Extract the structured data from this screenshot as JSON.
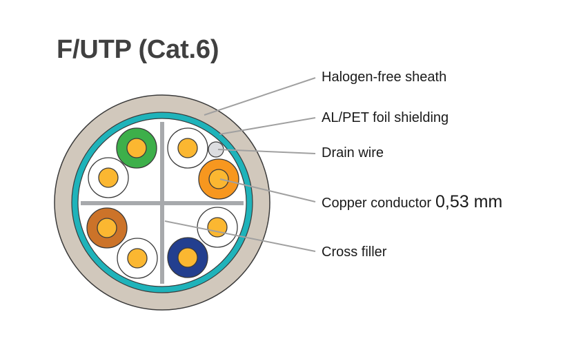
{
  "title": "F/UTP (Cat.6)",
  "labels": {
    "sheath": "Halogen-free sheath",
    "foil": "AL/PET foil shielding",
    "drain": "Drain wire",
    "conductor": "Copper conductor",
    "conductor_value": "0,53 mm",
    "filler": "Cross filler"
  },
  "colors": {
    "sheath": "#d1c8bc",
    "foil": "#1fb3ba",
    "outline": "#3a3a3a",
    "copper": "#fbb731",
    "green": "#3daf4a",
    "orange": "#f7971f",
    "brown": "#cc7329",
    "blue": "#233f8f",
    "white": "#ffffff",
    "drain": "#dcdde0",
    "filler": "#a7a9ac",
    "leader": "#a0a0a0"
  },
  "pairs": [
    {
      "name": "green",
      "color_key": "green"
    },
    {
      "name": "white-green",
      "color_key": "white"
    },
    {
      "name": "white-orange",
      "color_key": "white"
    },
    {
      "name": "orange",
      "color_key": "orange"
    },
    {
      "name": "brown",
      "color_key": "brown"
    },
    {
      "name": "white-brown",
      "color_key": "white"
    },
    {
      "name": "white-blue",
      "color_key": "white"
    },
    {
      "name": "blue",
      "color_key": "blue"
    }
  ]
}
